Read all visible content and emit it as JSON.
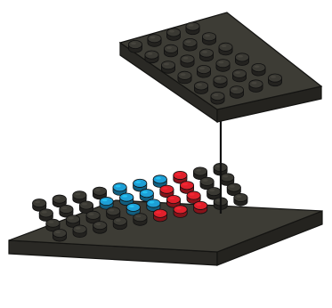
{
  "colors": {
    "background": "#ffffff",
    "plate_top": "#3d3c35",
    "plate_side": "#2a2925",
    "plate_edge": "#141412",
    "stud_dark": "#3a3933",
    "stud_red": "#e0202b",
    "stud_blue": "#1e9fd6",
    "connector": "#111111"
  },
  "top_plate": {
    "shape": "4 x 6 plate",
    "studs": [
      {
        "row": 0,
        "col": 0,
        "color": "dark"
      },
      {
        "row": 0,
        "col": 1,
        "color": "dark"
      },
      {
        "row": 0,
        "col": 2,
        "color": "dark"
      },
      {
        "row": 0,
        "col": 3,
        "color": "dark"
      },
      {
        "row": 0,
        "col": 4,
        "color": "dark"
      },
      {
        "row": 0,
        "col": 5,
        "color": "dark"
      },
      {
        "row": 1,
        "col": 0,
        "color": "dark"
      },
      {
        "row": 1,
        "col": 1,
        "color": "dark"
      },
      {
        "row": 1,
        "col": 2,
        "color": "dark"
      },
      {
        "row": 1,
        "col": 3,
        "color": "dark"
      },
      {
        "row": 1,
        "col": 4,
        "color": "dark"
      },
      {
        "row": 1,
        "col": 5,
        "color": "dark"
      },
      {
        "row": 2,
        "col": 0,
        "color": "dark"
      },
      {
        "row": 2,
        "col": 1,
        "color": "dark"
      },
      {
        "row": 2,
        "col": 2,
        "color": "dark"
      },
      {
        "row": 2,
        "col": 3,
        "color": "dark"
      },
      {
        "row": 2,
        "col": 4,
        "color": "dark"
      },
      {
        "row": 2,
        "col": 5,
        "color": "dark"
      },
      {
        "row": 3,
        "col": 0,
        "color": "dark"
      },
      {
        "row": 3,
        "col": 1,
        "color": "dark"
      },
      {
        "row": 3,
        "col": 2,
        "color": "dark"
      },
      {
        "row": 3,
        "col": 3,
        "color": "dark"
      },
      {
        "row": 3,
        "col": 4,
        "color": "dark"
      },
      {
        "row": 3,
        "col": 5,
        "color": "dark"
      }
    ]
  },
  "bottom_plate": {
    "shape": "4 x 10 plate",
    "colored_studs": [
      {
        "row": 0,
        "col": 5,
        "color": "red"
      },
      {
        "row": 0,
        "col": 6,
        "color": "red"
      },
      {
        "row": 0,
        "col": 7,
        "color": "red"
      },
      {
        "row": 1,
        "col": 4,
        "color": "blue"
      },
      {
        "row": 1,
        "col": 5,
        "color": "blue"
      },
      {
        "row": 1,
        "col": 6,
        "color": "red"
      },
      {
        "row": 1,
        "col": 7,
        "color": "red"
      },
      {
        "row": 2,
        "col": 3,
        "color": "blue"
      },
      {
        "row": 2,
        "col": 4,
        "color": "blue"
      },
      {
        "row": 2,
        "col": 5,
        "color": "blue"
      },
      {
        "row": 2,
        "col": 6,
        "color": "red"
      },
      {
        "row": 2,
        "col": 7,
        "color": "red"
      },
      {
        "row": 3,
        "col": 4,
        "color": "blue"
      },
      {
        "row": 3,
        "col": 5,
        "color": "blue"
      },
      {
        "row": 3,
        "col": 6,
        "color": "blue"
      },
      {
        "row": 3,
        "col": 7,
        "color": "red"
      }
    ]
  },
  "connector": {
    "style": "vertical assembly line"
  }
}
